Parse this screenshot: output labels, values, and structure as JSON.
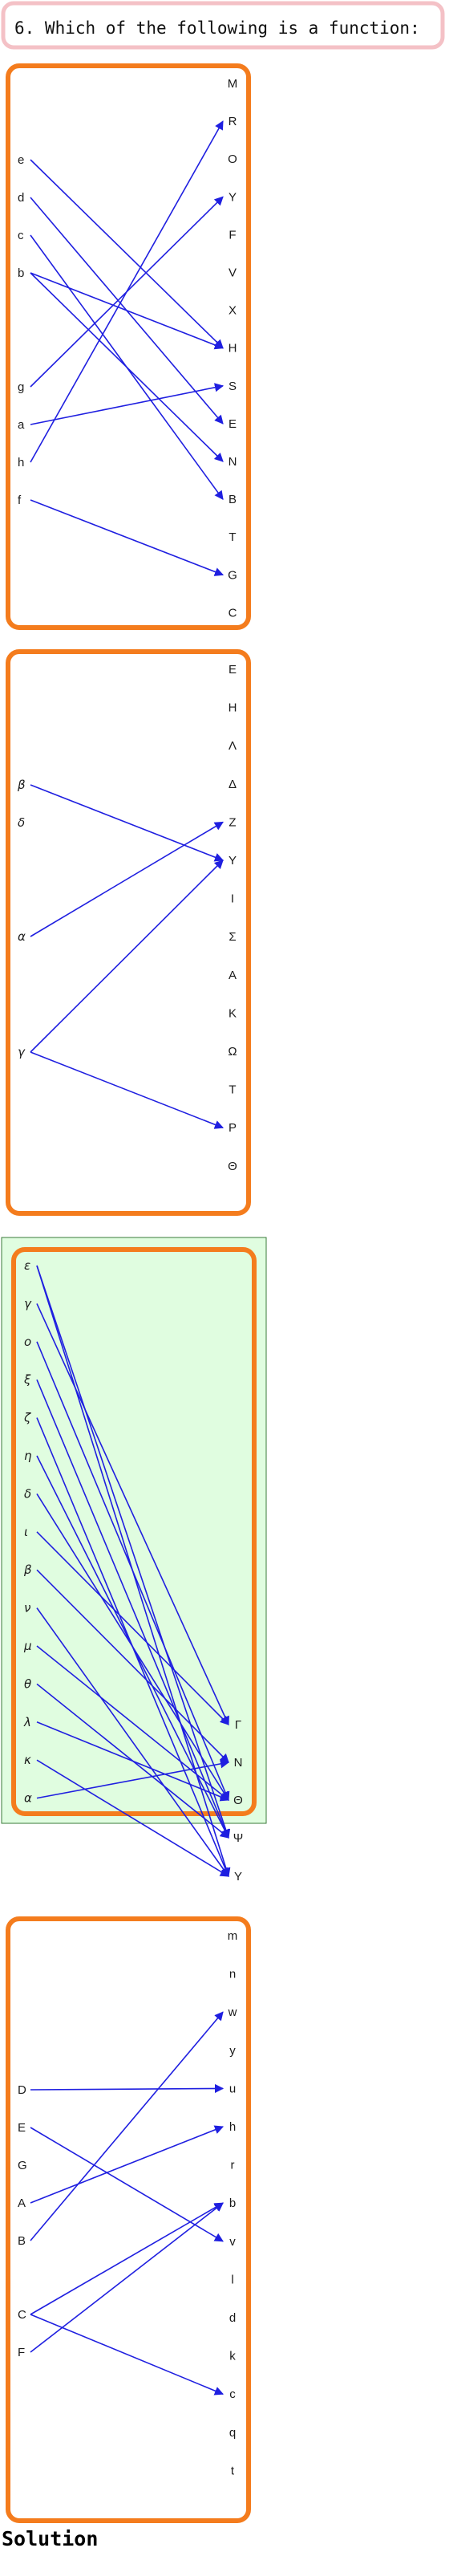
{
  "question": "6. Which of the following is a function:",
  "footer": "Solution",
  "colors": {
    "frame": "#f47c1d",
    "arrow": "#1f1fe0",
    "question_border": "#f4c1c6",
    "highlight_bg": "#e0fde0",
    "highlight_border": "#3a7a3a"
  },
  "diagrams": [
    {
      "name": "diagram-a",
      "highlighted": false,
      "left": [
        "e",
        "d",
        "c",
        "b",
        "g",
        "a",
        "h",
        "f"
      ],
      "right": [
        "M",
        "R",
        "O",
        "Y",
        "F",
        "V",
        "X",
        "H",
        "S",
        "E",
        "N",
        "B",
        "T",
        "G",
        "C"
      ],
      "arrows": [
        [
          "e",
          "H"
        ],
        [
          "d",
          "E"
        ],
        [
          "c",
          "B"
        ],
        [
          "b",
          "H"
        ],
        [
          "b",
          "N"
        ],
        [
          "g",
          "Y"
        ],
        [
          "a",
          "S"
        ],
        [
          "h",
          "R"
        ],
        [
          "f",
          "G"
        ]
      ]
    },
    {
      "name": "diagram-b",
      "highlighted": false,
      "left": [
        "β",
        "δ",
        "α",
        "γ"
      ],
      "right": [
        "E",
        "H",
        "Λ",
        "Δ",
        "Z",
        "Υ",
        "I",
        "Σ",
        "A",
        "K",
        "Ω",
        "T",
        "P",
        "Θ"
      ],
      "arrows": [
        [
          "β",
          "Υ"
        ],
        [
          "α",
          "Z"
        ],
        [
          "γ",
          "Υ"
        ],
        [
          "γ",
          "P"
        ]
      ]
    },
    {
      "name": "diagram-c",
      "highlighted": true,
      "left": [
        "ε",
        "γ",
        "ο",
        "ξ",
        "ζ",
        "η",
        "δ",
        "ι",
        "β",
        "ν",
        "μ",
        "θ",
        "λ",
        "κ",
        "α"
      ],
      "right": [
        "Γ",
        "N",
        "Θ",
        "Ψ",
        "Υ"
      ],
      "arrows": [
        [
          "ε",
          "Ψ"
        ],
        [
          "ε",
          "Υ"
        ],
        [
          "γ",
          "Γ"
        ],
        [
          "ο",
          "Θ"
        ],
        [
          "ξ",
          "Ψ"
        ],
        [
          "ζ",
          "Υ"
        ],
        [
          "η",
          "Ψ"
        ],
        [
          "δ",
          "Θ"
        ],
        [
          "ι",
          "Γ"
        ],
        [
          "β",
          "N"
        ],
        [
          "ν",
          "Υ"
        ],
        [
          "μ",
          "Θ"
        ],
        [
          "θ",
          "Ψ"
        ],
        [
          "λ",
          "Θ"
        ],
        [
          "κ",
          "Υ"
        ],
        [
          "α",
          "N"
        ]
      ]
    },
    {
      "name": "diagram-d",
      "highlighted": false,
      "left": [
        "D",
        "E",
        "G",
        "A",
        "B",
        "C",
        "F"
      ],
      "right": [
        "m",
        "n",
        "w",
        "y",
        "u",
        "h",
        "r",
        "b",
        "v",
        "l",
        "d",
        "k",
        "c",
        "q",
        "t"
      ],
      "arrows": [
        [
          "D",
          "u"
        ],
        [
          "E",
          "v"
        ],
        [
          "A",
          "h"
        ],
        [
          "B",
          "w"
        ],
        [
          "C",
          "b"
        ],
        [
          "C",
          "c"
        ],
        [
          "F",
          "b"
        ]
      ]
    }
  ]
}
